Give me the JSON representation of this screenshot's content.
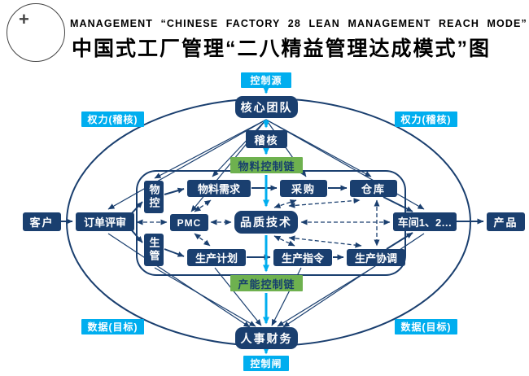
{
  "colors": {
    "navy": "#1a3f6f",
    "cyan": "#00aeef",
    "green": "#6eb14f"
  },
  "header": {
    "title_en": "MANAGEMENT “CHINESE FACTORY 28 LEAN MANAGEMENT REACH MODE”",
    "title_zh": "中国式工厂管理“二八精益管理达成模式”图"
  },
  "nodes": {
    "control_source": "控制源",
    "core_team": "核心团队",
    "power_left": "权力(稽核)",
    "power_right": "权力(稽核)",
    "audit": "稽核",
    "material_chain": "物料控制链",
    "material_control": "物控",
    "material_demand": "物料需求",
    "purchasing": "采购",
    "warehouse": "仓库",
    "customer": "客户",
    "order_review": "订单评审",
    "pmc": "PMC",
    "quality_tech": "品质技术",
    "workshop": "车间1、2…",
    "product": "产品",
    "production_mgmt": "生管",
    "production_plan": "生产计划",
    "production_order": "生产指令",
    "production_coord": "生产协调",
    "capacity_chain": "产能控制链",
    "data_left": "数据(目标)",
    "data_right": "数据(目标)",
    "hr_finance": "人事财务",
    "control_gate": "控制闸"
  }
}
